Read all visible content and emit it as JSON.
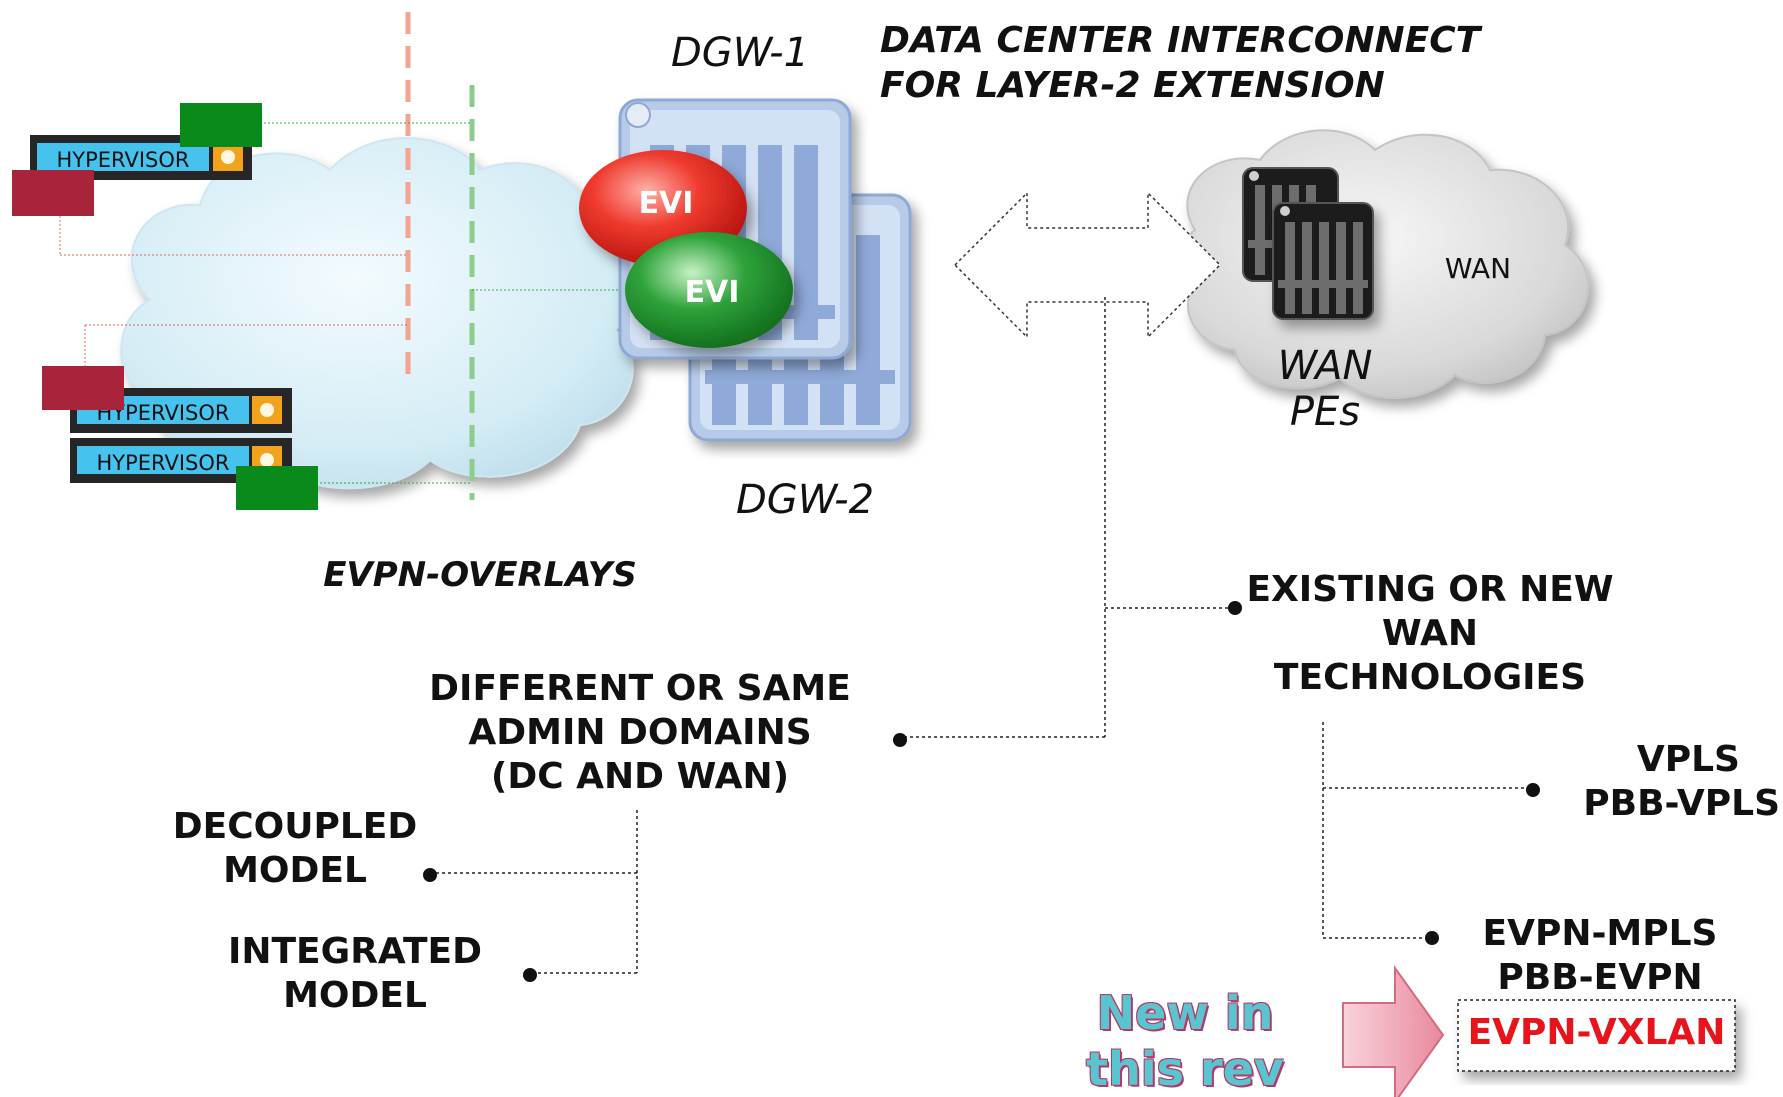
{
  "title_line1": "DATA CENTER INTERCONNECT",
  "title_line2": "FOR LAYER-2 EXTENSION",
  "dgw1": "DGW-1",
  "dgw2": "DGW-2",
  "evi1": "EVI",
  "evi2": "EVI",
  "wan_cloud": "WAN",
  "wan_pes_line1": "WAN",
  "wan_pes_line2": "PEs",
  "hypervisor1": "HYPERVISOR",
  "hypervisor2": "HYPERVISOR",
  "hypervisor3": "HYPERVISOR",
  "evpn_overlays": "EVPN-OVERLAYS",
  "existing_wan": [
    "EXISTING OR NEW",
    "WAN",
    "TECHNOLOGIES"
  ],
  "admin_domains": [
    "DIFFERENT OR SAME",
    "ADMIN DOMAINS",
    "(DC AND WAN)"
  ],
  "decoupled": [
    "DECOUPLED",
    "MODEL"
  ],
  "integrated": [
    "INTEGRATED",
    "MODEL"
  ],
  "vpls": [
    "VPLS",
    "PBB-VPLS"
  ],
  "evpn_mpls": [
    "EVPN-MPLS",
    "PBB-EVPN"
  ],
  "evpn_vxlan": "EVPN-VXLAN",
  "new_in_rev": [
    "New in",
    "this rev"
  ],
  "colors": {
    "accent_red": "#e8141c",
    "new_text": "#5bc5cf",
    "hypervisor_blue": "#45c3ee",
    "vm_green": "#0a8a1a",
    "vm_red": "#a8243a"
  }
}
